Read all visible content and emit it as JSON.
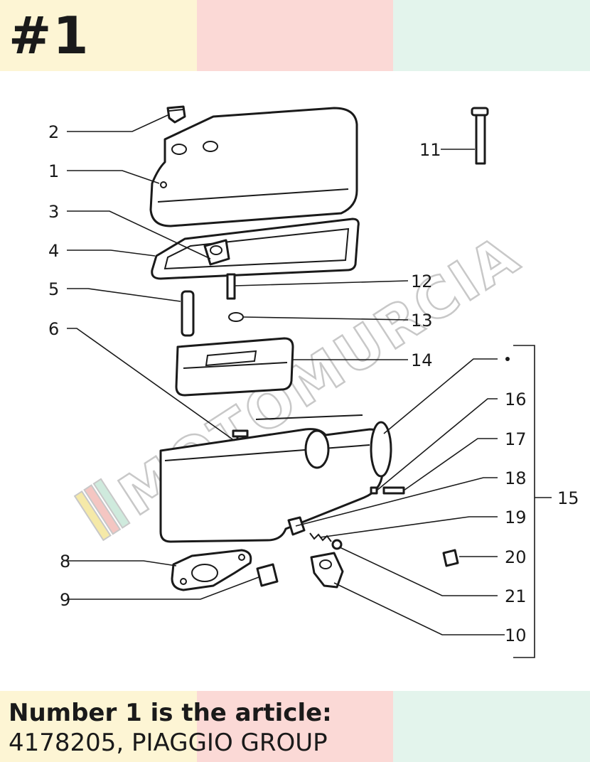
{
  "header": {
    "title": "#1"
  },
  "caption": {
    "heading": "Number 1 is the article:",
    "article": "4178205, PIAGGIO GROUP"
  },
  "watermark": {
    "text": "MOTOMURCIA"
  },
  "diagram": {
    "labels": [
      "1",
      "2",
      "3",
      "4",
      "5",
      "6",
      "8",
      "9",
      "10",
      "11",
      "12",
      "13",
      "14",
      "15",
      "16",
      "17",
      "18",
      "19",
      "20",
      "21"
    ]
  },
  "colors": {
    "band_yellow": "#fdf5d4",
    "band_pink": "#fbd9d6",
    "band_mint": "#e3f4ec",
    "ink": "#1a1a1a"
  }
}
